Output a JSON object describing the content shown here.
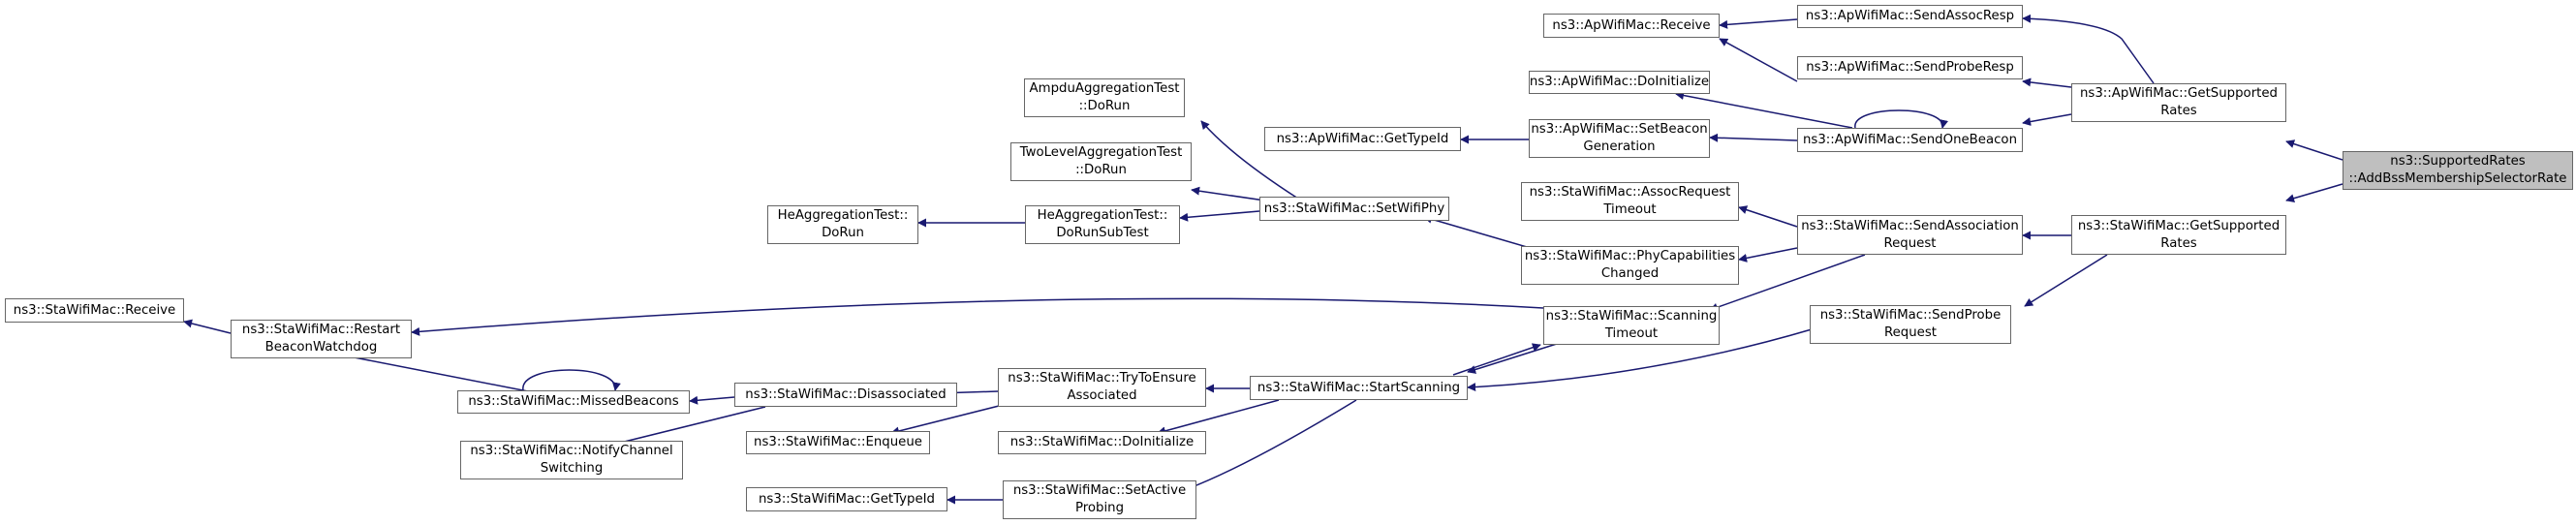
{
  "graph": {
    "title": "",
    "edge_color": "#191970",
    "nodes": {
      "add_bss": {
        "lines": [
          "ns3::SupportedRates",
          "::AddBssMembershipSelectorRate"
        ],
        "root": true
      },
      "ap_get_supported": {
        "lines": [
          "ns3::ApWifiMac::GetSupported",
          "Rates"
        ]
      },
      "sta_get_supported": {
        "lines": [
          "ns3::StaWifiMac::GetSupported",
          "Rates"
        ]
      },
      "ap_send_assoc_resp": {
        "lines": [
          "ns3::ApWifiMac::SendAssocResp"
        ]
      },
      "ap_send_probe_resp": {
        "lines": [
          "ns3::ApWifiMac::SendProbeResp"
        ]
      },
      "ap_send_one_beacon": {
        "lines": [
          "ns3::ApWifiMac::SendOneBeacon"
        ]
      },
      "ap_receive": {
        "lines": [
          "ns3::ApWifiMac::Receive"
        ]
      },
      "ap_do_initialize": {
        "lines": [
          "ns3::ApWifiMac::DoInitialize"
        ]
      },
      "ap_set_beacon_generation": {
        "lines": [
          "ns3::ApWifiMac::SetBeacon",
          "Generation"
        ]
      },
      "ap_get_type_id": {
        "lines": [
          "ns3::ApWifiMac::GetTypeId"
        ]
      },
      "sta_send_association_request": {
        "lines": [
          "ns3::StaWifiMac::SendAssociation",
          "Request"
        ]
      },
      "sta_send_probe_request": {
        "lines": [
          "ns3::StaWifiMac::SendProbe",
          "Request"
        ]
      },
      "sta_assoc_request_timeout": {
        "lines": [
          "ns3::StaWifiMac::AssocRequest",
          "Timeout"
        ]
      },
      "sta_phy_capabilities_changed": {
        "lines": [
          "ns3::StaWifiMac::PhyCapabilities",
          "Changed"
        ]
      },
      "sta_scanning_timeout": {
        "lines": [
          "ns3::StaWifiMac::Scanning",
          "Timeout"
        ]
      },
      "sta_set_wifi_phy": {
        "lines": [
          "ns3::StaWifiMac::SetWifiPhy"
        ]
      },
      "ampdu_test_do_run": {
        "lines": [
          "AmpduAggregationTest",
          "::DoRun"
        ]
      },
      "two_level_test_do_run": {
        "lines": [
          "TwoLevelAggregationTest",
          "::DoRun"
        ]
      },
      "he_test_do_run_sub_test": {
        "lines": [
          "HeAggregationTest::",
          "DoRunSubTest"
        ]
      },
      "he_test_do_run": {
        "lines": [
          "HeAggregationTest::",
          "DoRun"
        ]
      },
      "sta_start_scanning": {
        "lines": [
          "ns3::StaWifiMac::StartScanning"
        ]
      },
      "sta_restart_beacon_watchdog": {
        "lines": [
          "ns3::StaWifiMac::Restart",
          "BeaconWatchdog"
        ]
      },
      "sta_receive": {
        "lines": [
          "ns3::StaWifiMac::Receive"
        ]
      },
      "sta_try_to_ensure_associated": {
        "lines": [
          "ns3::StaWifiMac::TryToEnsure",
          "Associated"
        ]
      },
      "sta_do_initialize": {
        "lines": [
          "ns3::StaWifiMac::DoInitialize"
        ]
      },
      "sta_set_active_probing": {
        "lines": [
          "ns3::StaWifiMac::SetActive",
          "Probing"
        ]
      },
      "sta_get_type_id": {
        "lines": [
          "ns3::StaWifiMac::GetTypeId"
        ]
      },
      "sta_disassociated": {
        "lines": [
          "ns3::StaWifiMac::Disassociated"
        ]
      },
      "sta_enqueue": {
        "lines": [
          "ns3::StaWifiMac::Enqueue"
        ]
      },
      "sta_missed_beacons": {
        "lines": [
          "ns3::StaWifiMac::MissedBeacons"
        ]
      },
      "sta_notify_channel_switching": {
        "lines": [
          "ns3::StaWifiMac::NotifyChannel",
          "Switching"
        ]
      }
    }
  }
}
